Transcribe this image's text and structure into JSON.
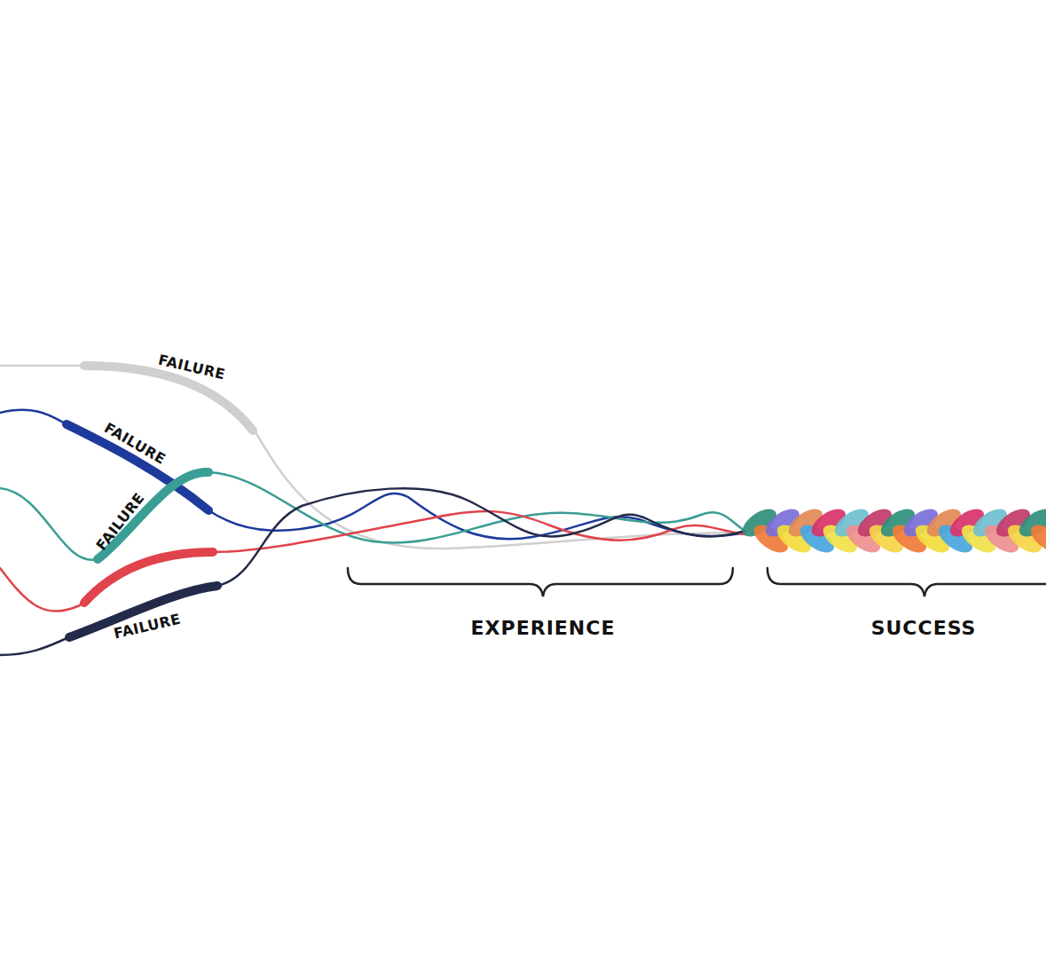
{
  "diagram": {
    "labels": [
      "FAILURE",
      "FAILURE",
      "FAILURE",
      "FAILURE",
      "EXPERIENCE",
      "SUCCESS"
    ]
  }
}
